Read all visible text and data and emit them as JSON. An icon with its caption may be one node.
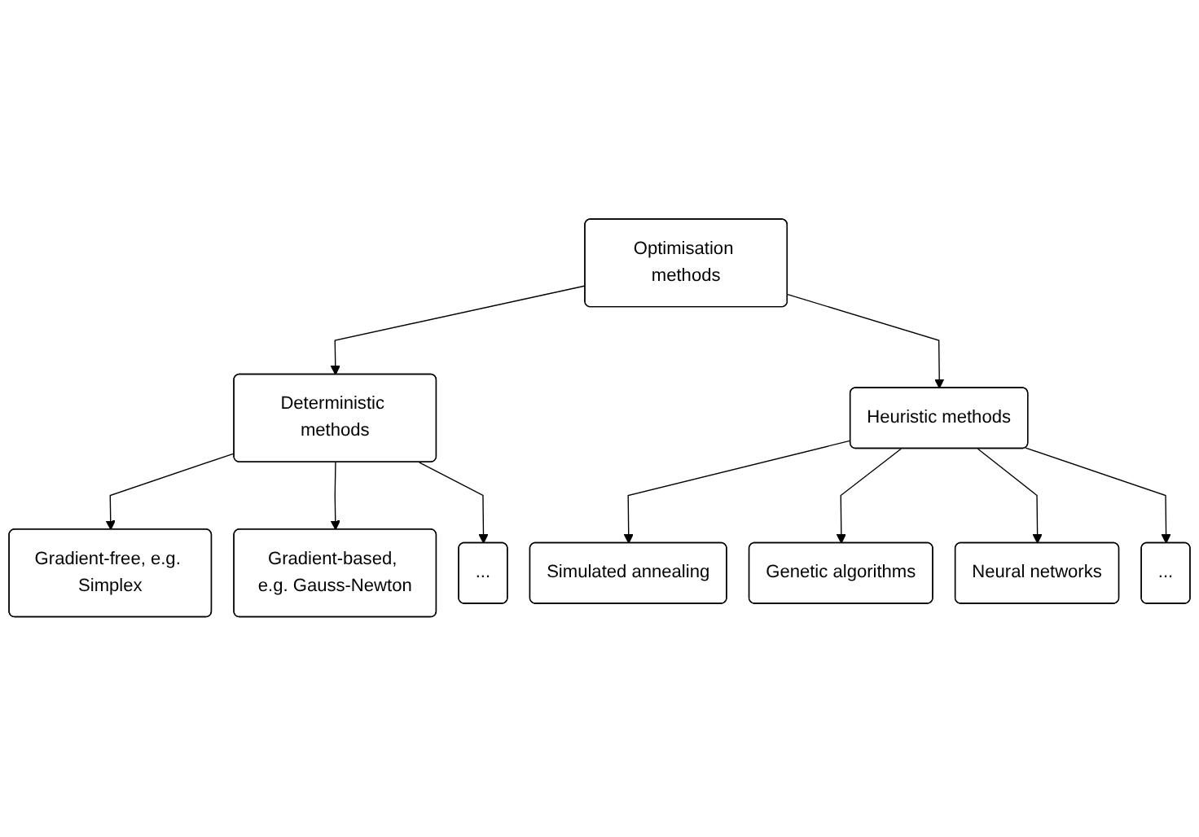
{
  "diagram": {
    "nodes": [
      {
        "text": [
          "Optimisation methods"
        ]
      },
      {
        "text": [
          "Deterministic methods"
        ]
      },
      {
        "text": [
          "Heuristic methods"
        ]
      },
      {
        "text": [
          "Gradient-free, e.g. Simplex"
        ]
      },
      {
        "text": [
          "Gradient-based, e.g. Gauss-Newton"
        ]
      },
      {
        "text": [
          "..."
        ]
      },
      {
        "text": [
          "Simulated annealing"
        ]
      },
      {
        "text": [
          "Genetic algorithms"
        ]
      },
      {
        "text": [
          "Neural networks"
        ]
      },
      {
        "text": [
          "..."
        ]
      }
    ],
    "edges": [
      {
        "from": 0,
        "to": 1,
        "arrow": "to"
      },
      {
        "from": 0,
        "to": 2,
        "arrow": "to"
      },
      {
        "from": 1,
        "to": 3,
        "arrow": "to"
      },
      {
        "from": 1,
        "to": 4,
        "arrow": "to"
      },
      {
        "from": 1,
        "to": 5,
        "arrow": "to"
      },
      {
        "from": 2,
        "to": 6,
        "arrow": "to"
      },
      {
        "from": 2,
        "to": 7,
        "arrow": "to"
      },
      {
        "from": 2,
        "to": 8,
        "arrow": "to"
      },
      {
        "from": 2,
        "to": 9,
        "arrow": "to"
      }
    ]
  }
}
